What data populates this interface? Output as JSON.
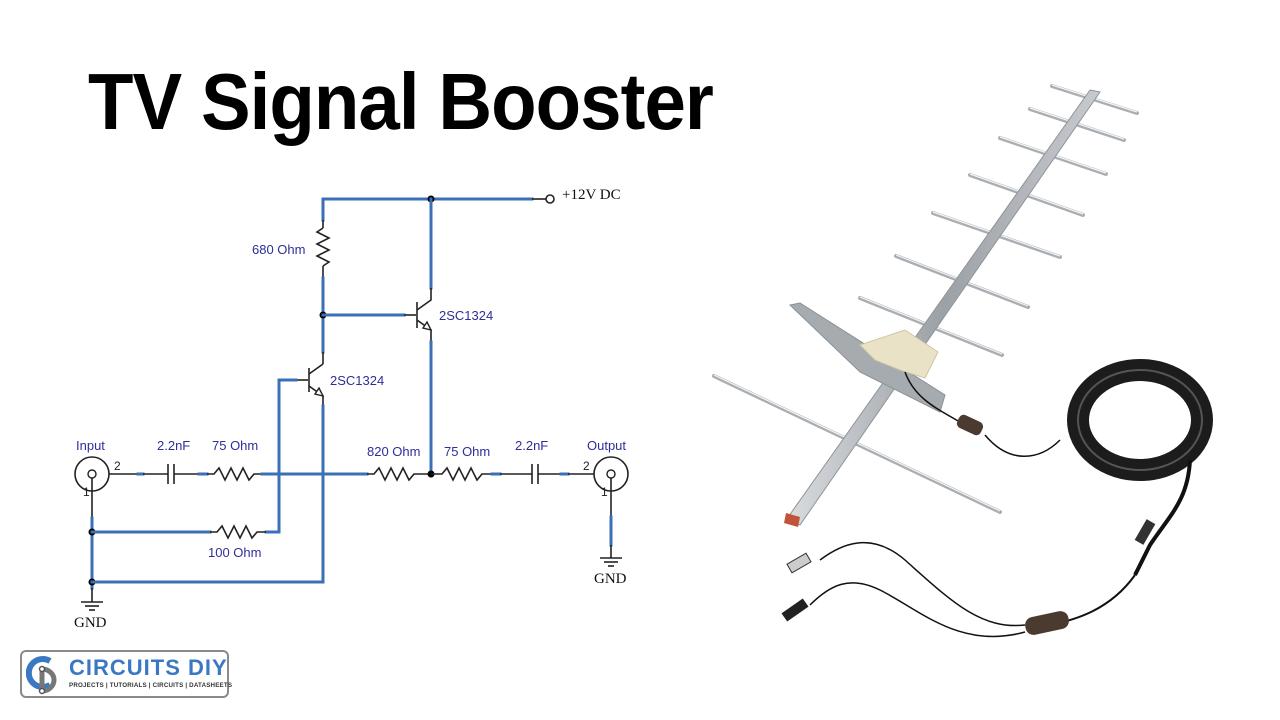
{
  "title": "TV Signal Booster",
  "schematic": {
    "supply_label": "+12V DC",
    "ground_label_left": "GND",
    "ground_label_right": "GND",
    "input_label": "Input",
    "output_label": "Output",
    "input_pin_signal": "2",
    "input_pin_ground": "1",
    "output_pin_signal": "2",
    "output_pin_ground": "1",
    "components": {
      "r_collector": "680 Ohm",
      "q1": "2SC1324",
      "q2": "2SC1324",
      "c_in": "2.2nF",
      "r_in": "75 Ohm",
      "r_bias": "100 Ohm",
      "r_feedback": "820 Ohm",
      "r_out": "75 Ohm",
      "c_out": "2.2nF"
    },
    "colors": {
      "wire": "#3b6fb6",
      "label": "#2e2e9a"
    }
  },
  "product_image": {
    "subject": "Yagi TV antenna with coil of coaxial cable, inline amplifier and USB power lead"
  },
  "logo": {
    "name": "CIRCUITS DIY",
    "tagline": "PROJECTS | TUTORIALS | CIRCUITS | DATASHEETS",
    "brand_color": "#3a78c4"
  }
}
